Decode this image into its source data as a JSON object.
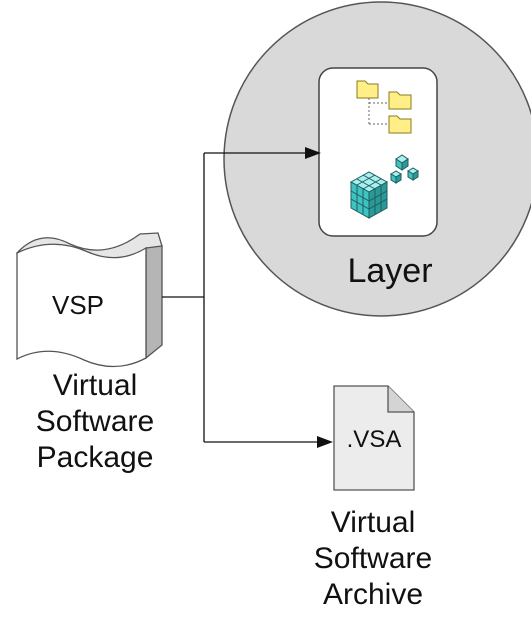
{
  "package": {
    "box_label": "VSP",
    "caption": [
      "Virtual",
      "Software",
      "Package"
    ]
  },
  "layer": {
    "title": "Layer",
    "icons": [
      "folder-tree-icon",
      "registry-cubes-icon"
    ]
  },
  "archive": {
    "box_label": ".VSA",
    "caption": [
      "Virtual",
      "Software",
      "Archive"
    ]
  },
  "colors": {
    "circle_fill": "#d9d9d9",
    "panel_fill": "#ffffff",
    "folder_fill": "#ffef86",
    "cube_fill": "#3fc3c0",
    "doc_fill": "#ececec",
    "package_side": "#b5b5b5"
  }
}
